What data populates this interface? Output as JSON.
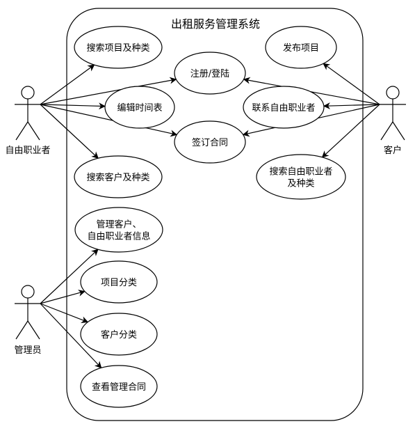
{
  "system": {
    "title": "出租服务管理系统"
  },
  "actors": [
    {
      "id": "freelancer",
      "label": "自由职业者"
    },
    {
      "id": "customer",
      "label": "客户"
    },
    {
      "id": "admin",
      "label": "管理员"
    }
  ],
  "use_cases": [
    {
      "id": "search-projects",
      "lines": [
        "搜索项目及种类"
      ]
    },
    {
      "id": "publish-project",
      "lines": [
        "发布项目"
      ]
    },
    {
      "id": "register-login",
      "lines": [
        "注册/登陆"
      ]
    },
    {
      "id": "edit-schedule",
      "lines": [
        "编辑时间表"
      ]
    },
    {
      "id": "contact-freelancer",
      "lines": [
        "联系自由职业者"
      ]
    },
    {
      "id": "sign-contract",
      "lines": [
        "签订合同"
      ]
    },
    {
      "id": "search-customers",
      "lines": [
        "搜索客户及种类"
      ]
    },
    {
      "id": "search-freelancers",
      "lines": [
        "搜索自由职业者",
        "及种类"
      ]
    },
    {
      "id": "manage-info",
      "lines": [
        "管理客户、",
        "自由职业者信息"
      ]
    },
    {
      "id": "project-category",
      "lines": [
        "项目分类"
      ]
    },
    {
      "id": "customer-category",
      "lines": [
        "客户分类"
      ]
    },
    {
      "id": "view-contracts",
      "lines": [
        "查看管理合同"
      ]
    }
  ],
  "associations": [
    {
      "from": "freelancer",
      "to": "search-projects"
    },
    {
      "from": "freelancer",
      "to": "register-login"
    },
    {
      "from": "freelancer",
      "to": "edit-schedule"
    },
    {
      "from": "freelancer",
      "to": "sign-contract"
    },
    {
      "from": "freelancer",
      "to": "search-customers"
    },
    {
      "from": "customer",
      "to": "publish-project"
    },
    {
      "from": "customer",
      "to": "register-login"
    },
    {
      "from": "customer",
      "to": "contact-freelancer"
    },
    {
      "from": "customer",
      "to": "sign-contract"
    },
    {
      "from": "customer",
      "to": "search-freelancers"
    },
    {
      "from": "admin",
      "to": "manage-info"
    },
    {
      "from": "admin",
      "to": "project-category"
    },
    {
      "from": "admin",
      "to": "customer-category"
    },
    {
      "from": "admin",
      "to": "view-contracts"
    }
  ]
}
